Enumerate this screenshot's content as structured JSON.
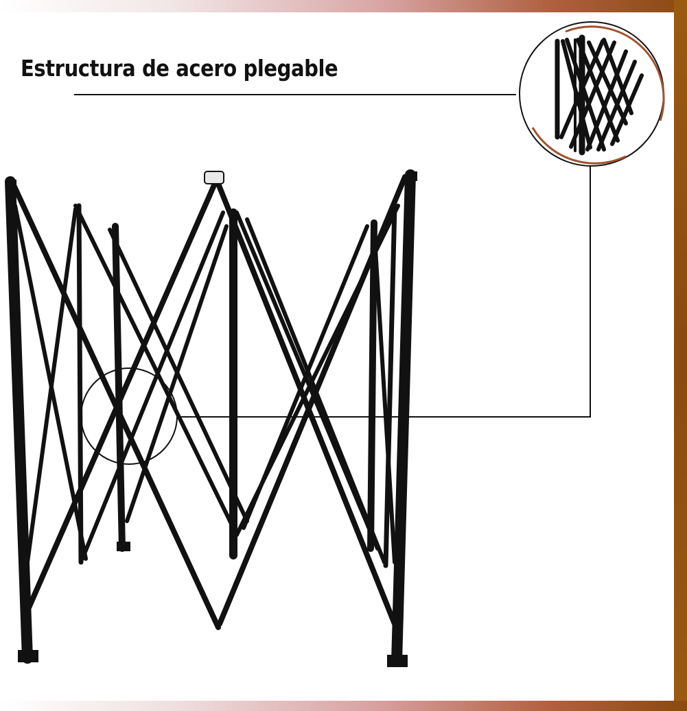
{
  "heading": {
    "title": "Estructura de acero plegable"
  },
  "colors": {
    "frame": "#111111",
    "accent": "#a0522d",
    "band_start": "#ffffff",
    "band_end": "#8a4a10"
  },
  "images": {
    "main": "folding-steel-canopy-frame",
    "detail": "scissor-truss-detail-zoom"
  }
}
